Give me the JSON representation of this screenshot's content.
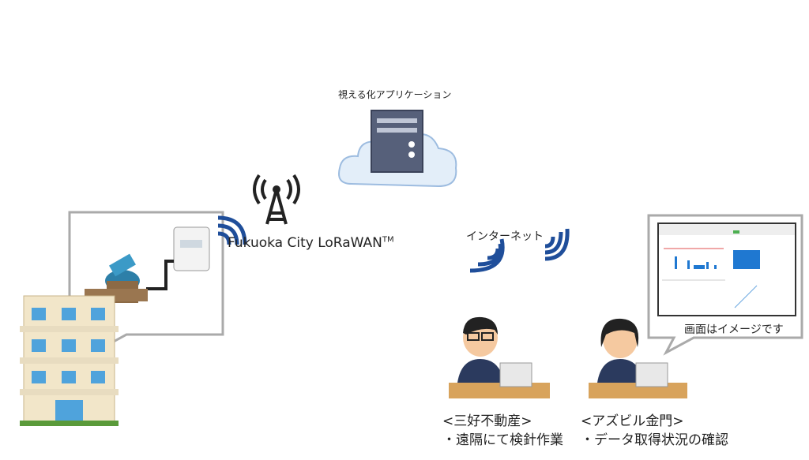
{
  "app_label": "視える化アプリケーション",
  "network_label": "Fukuoka City LoRaWAN",
  "network_tm": "TM",
  "internet_label": "インターネット",
  "screen_caption": "画面はイメージです",
  "users": [
    {
      "org": "<三好不動産>",
      "task": "・遠隔にて検針作業"
    },
    {
      "org": "<アズビル金門>",
      "task": "・データ取得状況の確認"
    }
  ],
  "colors": {
    "wave": "#1f4e9a",
    "bar": "#1f78d1",
    "cloud": "#dde9f6",
    "server": "#56607a"
  }
}
